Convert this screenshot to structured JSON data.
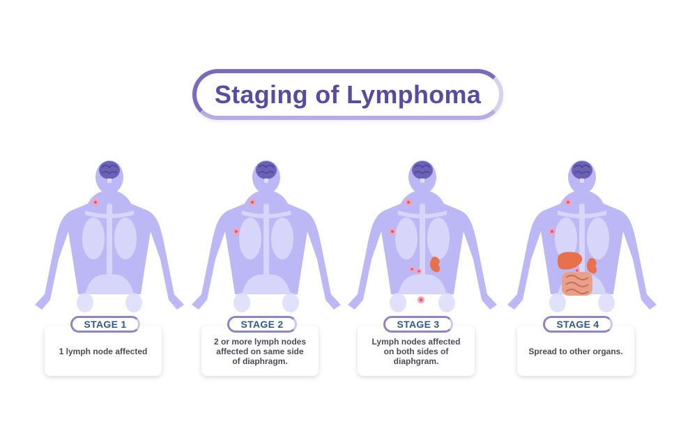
{
  "title": "Staging of Lymphoma",
  "colors": {
    "body": "#bbb8f5",
    "body_light": "#d9d8fb",
    "skeleton": "#dcdcfb",
    "brain": "#6b62b8",
    "node": "#e8506a",
    "organ": "#e8704a"
  },
  "icons": [
    "brain-icon",
    "lymph-node-icon",
    "kidney-icon",
    "liver-icon",
    "intestine-icon"
  ],
  "stages": [
    {
      "label": "STAGE 1",
      "description": "1 lymph node affected"
    },
    {
      "label": "STAGE 2",
      "description": "2 or more lymph nodes affected on same side of diaphragm."
    },
    {
      "label": "STAGE 3",
      "description": "Lymph nodes affected on both sides of diaphgram."
    },
    {
      "label": "STAGE 4",
      "description": "Spread to other organs."
    }
  ]
}
